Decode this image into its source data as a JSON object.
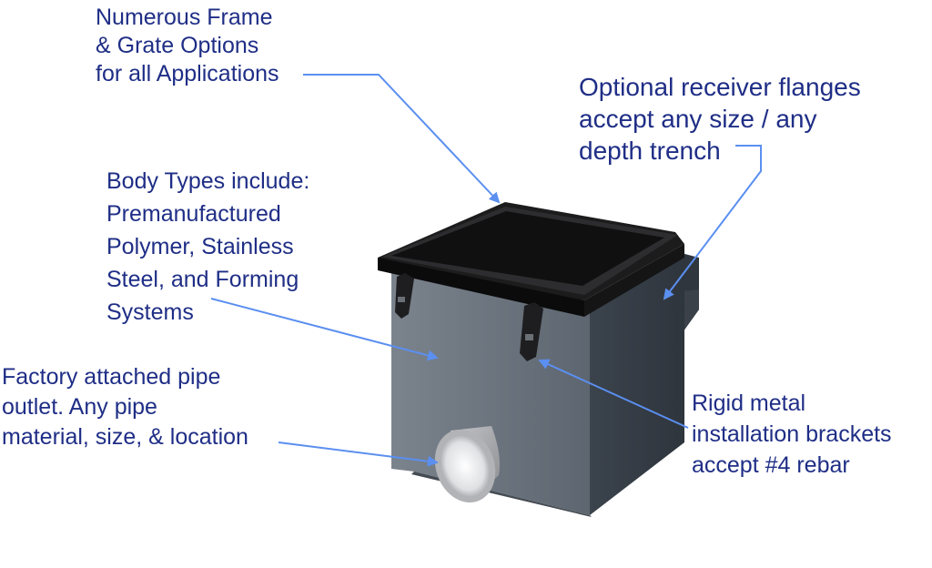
{
  "colors": {
    "label_text": "#1f2e86",
    "leader_line": "#5b8ff0",
    "body": "#5f6873",
    "frame": "#1b1b1c",
    "pipe": "#a9aaad"
  },
  "callouts": {
    "frame_grate": {
      "lines": [
        "Numerous Frame",
        "& Grate Options",
        "for all Applications"
      ]
    },
    "receiver_flanges": {
      "lines": [
        "Optional receiver flanges",
        "accept any size / any",
        "depth trench"
      ]
    },
    "body_types": {
      "lines": [
        "Body Types include:",
        "Premanufactured",
        "Polymer, Stainless",
        "Steel, and Forming",
        "Systems"
      ]
    },
    "pipe_outlet": {
      "lines": [
        "Factory attached pipe",
        "outlet. Any pipe",
        "material, size, & location"
      ]
    },
    "brackets": {
      "lines": [
        "Rigid metal",
        "installation brackets",
        "accept #4 rebar"
      ]
    }
  }
}
